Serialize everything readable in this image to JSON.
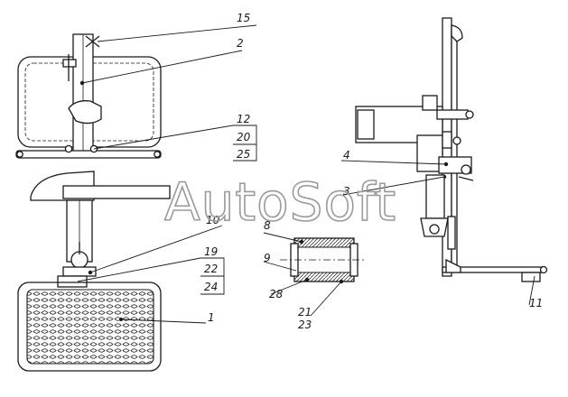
{
  "watermark": "AutoSoft",
  "callouts": {
    "c15": "15",
    "c2": "2",
    "c12": "12",
    "c20": "20",
    "c25": "25",
    "c10": "10",
    "c19": "19",
    "c22": "22",
    "c24": "24",
    "c1": "1",
    "c8": "8",
    "c9": "9",
    "c28": "28",
    "c21": "21",
    "c23": "23",
    "c4": "4",
    "c3": "3",
    "c11": "11"
  }
}
